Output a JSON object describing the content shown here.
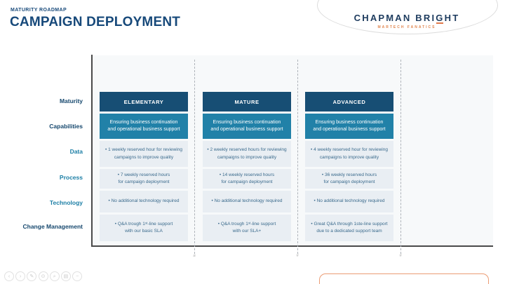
{
  "slide": {
    "eyebrow": "MATURITY ROADMAP",
    "title": "CAMPAIGN DEPLOYMENT"
  },
  "logo": {
    "name_pre": "CHAPMAN BRI",
    "name_g": "G",
    "name_post": "HT",
    "tagline": "MARTECH FANATICS"
  },
  "colors": {
    "navy_header": "#174e74",
    "teal_band": "#2181a8",
    "light_row": "#e9eef3",
    "title_navy": "#17497a",
    "orange_accent": "#e0784a",
    "orange_box_border": "#eb9c74"
  },
  "table": {
    "row_labels": [
      "Maturity",
      "Capabilities",
      "Data",
      "Process",
      "Technology",
      "Change Management"
    ],
    "columns": [
      {
        "maturity": "ELEMENTARY",
        "capabilities": "Ensuring business continuation\nand operational business support",
        "data": "• 1 weekly reserved hour for reviewing\ncampaigns to improve quality",
        "process": "• 7 weekly reserved hours\nfor campaign deployment",
        "technology": "• No additional technology required",
        "change_management": "• Q&A trough 1ˢᵗ-line support\nwith our basic SLA"
      },
      {
        "maturity": "MATURE",
        "capabilities": "Ensuring business continuation\nand operational business support",
        "data": "• 2 weekly reserved hours for reviewing\ncampaigns to improve quality",
        "process": "• 14 weekly reserved hours\nfor campaign deployment",
        "technology": "• No additional technology required",
        "change_management": "• Q&A trough 1ˢᵗ-line support\nwith our SLA+"
      },
      {
        "maturity": "ADVANCED",
        "capabilities": "Ensuring business continuation\nand operational business support",
        "data": "• 4 weekly reserved hour for reviewing\ncampaigns to improve quality",
        "process": "• 36 weekly reserved hours\nfor campaign deployment",
        "technology": "• No additional technology required",
        "change_management": "• Great Q&A through 1ste-line support\ndue to a dedicated support team"
      }
    ]
  },
  "axis_markers": [
    "a",
    "#",
    "#"
  ],
  "toolbar": {
    "icons": [
      {
        "name": "previous",
        "glyph": "‹"
      },
      {
        "name": "next",
        "glyph": "›"
      },
      {
        "name": "pen",
        "glyph": "✎"
      },
      {
        "name": "laser",
        "glyph": "⊙"
      },
      {
        "name": "zoom",
        "glyph": "⌕"
      },
      {
        "name": "page",
        "glyph": "▤"
      },
      {
        "name": "minimize",
        "glyph": "−"
      }
    ]
  }
}
